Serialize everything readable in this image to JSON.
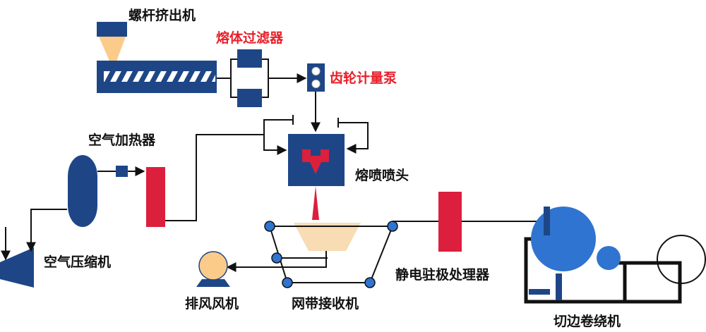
{
  "labels": {
    "screw_extruder": "螺杆挤出机",
    "melt_filter": "熔体过滤器",
    "gear_metering_pump": "齿轮计量泵",
    "air_heater": "空气加热器",
    "meltblown_die": "熔喷喷头",
    "air_compressor": "空气压缩机",
    "exhaust_fan": "排风风机",
    "mesh_belt_receiver": "网带接收机",
    "electret_treater": "静电驻极处理器",
    "edge_trim_winder": "切边卷绕机"
  },
  "colors": {
    "navy": "#1e4687",
    "blue": "#2f74d0",
    "red": "#dc1f3c",
    "peach": "#fbcb8a",
    "tan": "#f7dcb4",
    "black": "#111111",
    "label_highlight": "#e8202a"
  }
}
